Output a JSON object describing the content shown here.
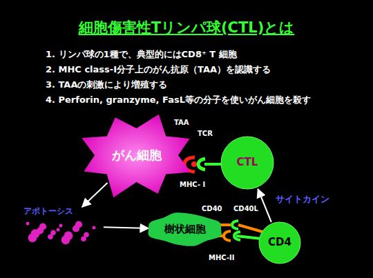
{
  "diagram": {
    "title": "細胞傷害性Tリンパ球(CTL)とは",
    "nodes": [
      {
        "text": [
          "がん細胞"
        ]
      },
      {
        "text": [
          "CTL"
        ]
      },
      {
        "text": [
          "アポトーシス"
        ]
      },
      {
        "text": [
          "樹状細胞"
        ]
      },
      {
        "text": [
          "CD4"
        ]
      }
    ],
    "edges": [
      {
        "from": 0,
        "to": 2,
        "arrow": "to"
      },
      {
        "from": 2,
        "to": 3,
        "arrow": "to"
      },
      {
        "from": 4,
        "to": 1,
        "label": "サイトカイン",
        "arrow": "to"
      }
    ],
    "labels": [
      "1. リンパ球の1種で、典型的にはCD8⁺ T 細胞",
      "2. MHC class-I分子上のがん抗原（TAA）を認識する",
      "3. TAAの刺激により増殖する",
      "4. Perforin, granzyme, FasL等の分子を使いがん細胞を殺す",
      "TAA",
      "TCR",
      "MHC- I",
      "CD40",
      "CD40L",
      "MHC-II"
    ]
  }
}
